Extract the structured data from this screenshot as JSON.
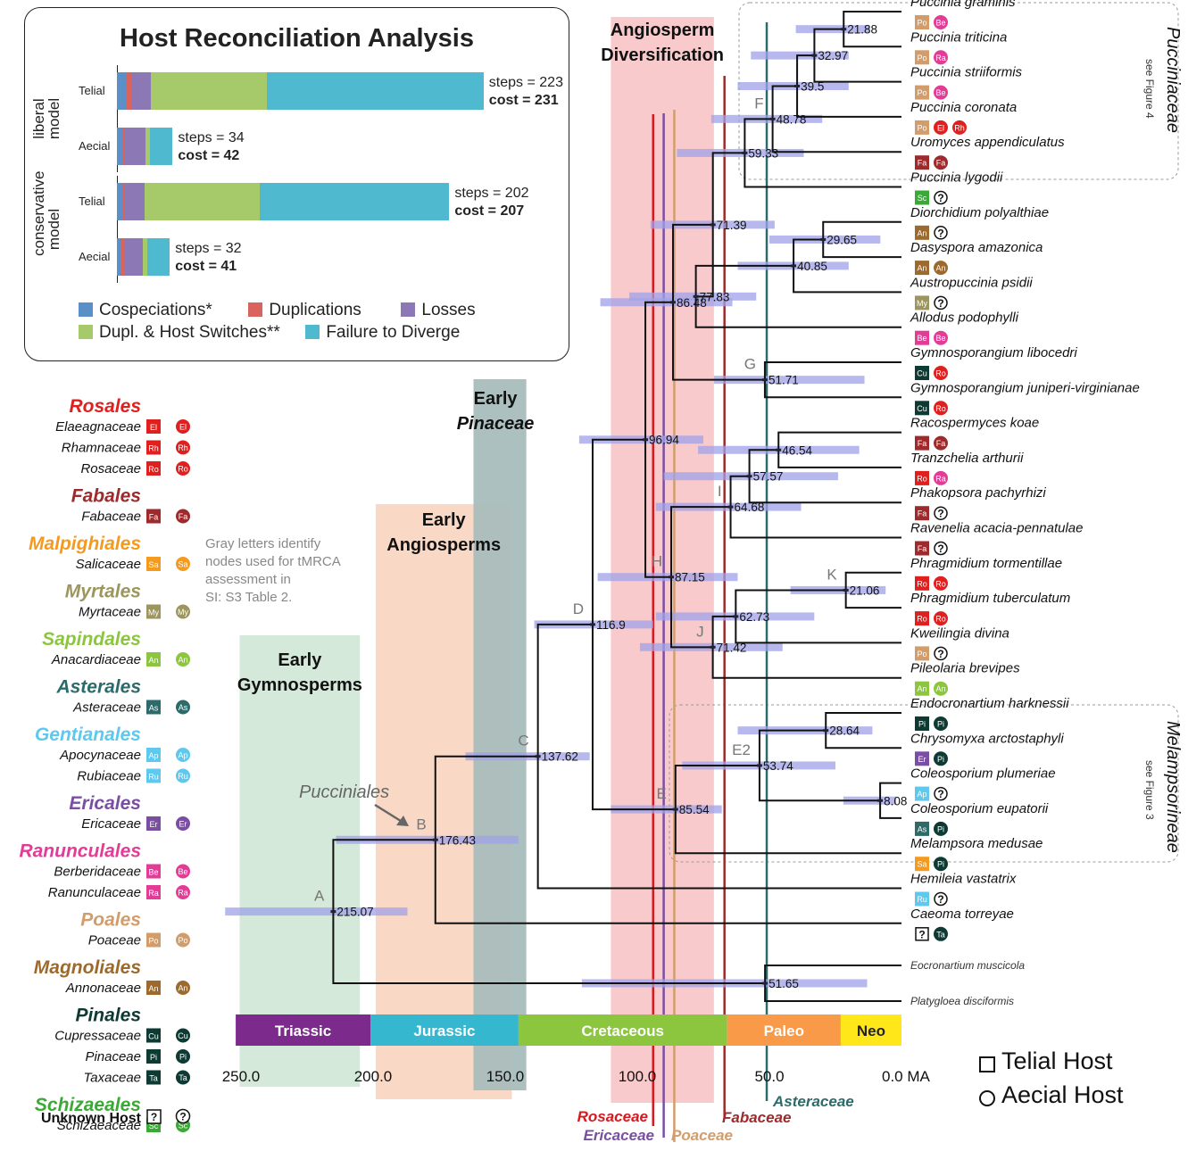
{
  "inset": {
    "title": "Host Reconciliation Analysis",
    "groups": [
      {
        "label": "liberal model",
        "rows": [
          {
            "label": "Telial",
            "segments": [
              10,
              5,
              22,
              125,
              233
            ],
            "steps": "steps = 223",
            "cost": "cost = 231"
          },
          {
            "label": "Aecial",
            "segments": [
              6,
              3,
              22,
              5,
              24
            ],
            "steps": "steps = 34",
            "cost": "cost = 42"
          }
        ]
      },
      {
        "label": "conservative model",
        "rows": [
          {
            "label": "Telial",
            "segments": [
              6,
              3,
              21,
              124,
              204
            ],
            "steps": "steps = 202",
            "cost": "cost = 207"
          },
          {
            "label": "Aecial",
            "segments": [
              5,
              3,
              20,
              5,
              24
            ],
            "steps": "steps = 32",
            "cost": "cost = 41"
          }
        ]
      }
    ],
    "legend": [
      {
        "label": "Cospeciations*",
        "color": "#5b8fc7"
      },
      {
        "label": "Duplications",
        "color": "#d9635d"
      },
      {
        "label": "Losses",
        "color": "#8c78b5"
      },
      {
        "label": "Dupl. & Host Switches**",
        "color": "#a6c96a"
      },
      {
        "label": "Failure to Diverge",
        "color": "#4fb9cf"
      }
    ]
  },
  "orders": [
    {
      "name": "Rosales",
      "color": "#e0201f",
      "families": [
        {
          "name": "Elaeagnaceae",
          "code": "El",
          "color": "#e0201f"
        },
        {
          "name": "Rhamnaceae",
          "code": "Rh",
          "color": "#e0201f"
        },
        {
          "name": "Rosaceae",
          "code": "Ro",
          "color": "#e0201f"
        }
      ]
    },
    {
      "name": "Fabales",
      "color": "#9e2a2b",
      "families": [
        {
          "name": "Fabaceae",
          "code": "Fa",
          "color": "#9e2a2b"
        }
      ]
    },
    {
      "name": "Malpighiales",
      "color": "#f39a1f",
      "families": [
        {
          "name": "Salicaceae",
          "code": "Sa",
          "color": "#f39a1f"
        }
      ]
    },
    {
      "name": "Myrtales",
      "color": "#9c965e",
      "families": [
        {
          "name": "Myrtaceae",
          "code": "My",
          "color": "#9c965e"
        }
      ]
    },
    {
      "name": "Sapindales",
      "color": "#8cc63f",
      "families": [
        {
          "name": "Anacardiaceae",
          "code": "An",
          "color": "#8cc63f"
        }
      ]
    },
    {
      "name": "Asterales",
      "color": "#2d6b6b",
      "families": [
        {
          "name": "Asteraceae",
          "code": "As",
          "color": "#2d6b6b"
        }
      ]
    },
    {
      "name": "Gentianales",
      "color": "#5ec8ef",
      "families": [
        {
          "name": "Apocynaceae",
          "code": "Ap",
          "color": "#5ec8ef"
        },
        {
          "name": "Rubiaceae",
          "code": "Ru",
          "color": "#5ec8ef"
        }
      ]
    },
    {
      "name": "Ericales",
      "color": "#7a4fa3",
      "families": [
        {
          "name": "Ericaceae",
          "code": "Er",
          "color": "#7a4fa3"
        }
      ]
    },
    {
      "name": "Ranunculales",
      "color": "#e33c97",
      "families": [
        {
          "name": "Berberidaceae",
          "code": "Be",
          "color": "#e33c97"
        },
        {
          "name": "Ranunculaceae",
          "code": "Ra",
          "color": "#e33c97"
        }
      ]
    },
    {
      "name": "Poales",
      "color": "#d39d6b",
      "families": [
        {
          "name": "Poaceae",
          "code": "Po",
          "color": "#d39d6b"
        }
      ]
    },
    {
      "name": "Magnoliales",
      "color": "#9c6a2c",
      "families": [
        {
          "name": "Annonaceae",
          "code": "An",
          "color": "#9c6a2c"
        }
      ]
    },
    {
      "name": "Pinales",
      "color": "#0e3a34",
      "families": [
        {
          "name": "Cupressaceae",
          "code": "Cu",
          "color": "#0e3a34"
        },
        {
          "name": "Pinaceae",
          "code": "Pi",
          "color": "#0e3a34"
        },
        {
          "name": "Taxaceae",
          "code": "Ta",
          "color": "#0e3a34"
        }
      ]
    },
    {
      "name": "Schizaeales",
      "color": "#3aa935",
      "families": [
        {
          "name": "Schizaeaceae",
          "code": "Sc",
          "color": "#3aa935"
        }
      ]
    }
  ],
  "unknown_host_label": "Unknown Host",
  "unknown_symbol": "?",
  "gray_note": [
    "Gray letters identify",
    "nodes used for tMRCA",
    "assessment in",
    "SI: S3 Table 2."
  ],
  "pucciniales_label": "Pucciniales",
  "bands": [
    {
      "label": [
        "Early",
        "Gymnosperms"
      ],
      "italic_line": -1,
      "color": "#cfe7d6",
      "from": 250.5,
      "to": 205
    },
    {
      "label": [
        "Early",
        "Angiosperms"
      ],
      "italic_line": -1,
      "color": "#f8d4bf",
      "from": 199,
      "to": 147.5
    },
    {
      "label": [
        "Early",
        "Pinaceae"
      ],
      "italic_line": 1,
      "color": "#a9bdbd",
      "from": 162,
      "to": 142
    },
    {
      "label": [
        "Angiosperm",
        "Diversification"
      ],
      "italic_line": -1,
      "color": "#f8c4c6",
      "from": 110,
      "to": 71
    }
  ],
  "timescale": {
    "periods": [
      {
        "name": "Triassic",
        "from": 252,
        "to": 201,
        "color": "#7d2a8d",
        "text": "#ffffff"
      },
      {
        "name": "Jurassic",
        "from": 201,
        "to": 145,
        "color": "#35b7cf",
        "text": "#ffffff"
      },
      {
        "name": "Cretaceous",
        "from": 145,
        "to": 66,
        "color": "#8cc63f",
        "text": "#ffffff"
      },
      {
        "name": "Paleo",
        "from": 66,
        "to": 23,
        "color": "#f89a47",
        "text": "#ffffff"
      },
      {
        "name": "Neo",
        "from": 23,
        "to": 0,
        "color": "#ffe71a",
        "text": "#222222"
      }
    ],
    "ticks": [
      "250.0",
      "200.0",
      "150.0",
      "100.0",
      "50.0",
      "0.0 MA"
    ],
    "tick_values": [
      250,
      200,
      150,
      100,
      50,
      0
    ]
  },
  "origin_lines": [
    {
      "name": "Rosaceae",
      "age": 94,
      "color": "#d71920"
    },
    {
      "name": "Ericaceae",
      "age": 90,
      "color": "#7a4fa3"
    },
    {
      "name": "Poaceae",
      "age": 86,
      "color": "#d39d6b"
    },
    {
      "name": "Fabaceae",
      "age": 67,
      "color": "#9e2a2b"
    },
    {
      "name": "Asteraceae",
      "age": 51,
      "color": "#2d6b6b"
    }
  ],
  "tree": {
    "tips": [
      {
        "name": "Puccinia graminis",
        "hosts": [
          [
            "Po",
            "#d39d6b"
          ],
          [
            "Be",
            "#e33c97"
          ]
        ]
      },
      {
        "name": "Puccinia triticina",
        "hosts": [
          [
            "Po",
            "#d39d6b"
          ],
          [
            "Ra",
            "#e33c97"
          ]
        ]
      },
      {
        "name": "Puccinia striiformis",
        "hosts": [
          [
            "Po",
            "#d39d6b"
          ],
          [
            "Be",
            "#e33c97"
          ]
        ]
      },
      {
        "name": "Puccinia coronata",
        "hosts": [
          [
            "Po",
            "#d39d6b"
          ],
          [
            "El",
            "#e0201f"
          ],
          [
            "Rh",
            "#e0201f"
          ]
        ]
      },
      {
        "name": "Uromyces appendiculatus",
        "hosts": [
          [
            "Fa",
            "#9e2a2b"
          ],
          [
            "Fa",
            "#9e2a2b"
          ]
        ]
      },
      {
        "name": "Puccinia lygodii",
        "hosts": [
          [
            "Sc",
            "#3aa935"
          ],
          [
            "?",
            ""
          ]
        ]
      },
      {
        "name": "Diorchidium polyalthiae",
        "hosts": [
          [
            "An",
            "#9c6a2c"
          ],
          [
            "?",
            ""
          ]
        ]
      },
      {
        "name": "Dasyspora amazonica",
        "hosts": [
          [
            "An",
            "#9c6a2c"
          ],
          [
            "An",
            "#9c6a2c"
          ]
        ]
      },
      {
        "name": "Austropuccinia psidii",
        "hosts": [
          [
            "My",
            "#9c965e"
          ],
          [
            "?",
            ""
          ]
        ]
      },
      {
        "name": "Allodus podophylli",
        "hosts": [
          [
            "Be",
            "#e33c97"
          ],
          [
            "Be",
            "#e33c97"
          ]
        ]
      },
      {
        "name": "Gymnosporangium libocedri",
        "hosts": [
          [
            "Cu",
            "#0e3a34"
          ],
          [
            "Ro",
            "#e0201f"
          ]
        ]
      },
      {
        "name": "Gymnosporangium juniperi-virginianae",
        "hosts": [
          [
            "Cu",
            "#0e3a34"
          ],
          [
            "Ro",
            "#e0201f"
          ]
        ]
      },
      {
        "name": "Racospermyces koae",
        "hosts": [
          [
            "Fa",
            "#9e2a2b"
          ],
          [
            "Fa",
            "#9e2a2b"
          ]
        ]
      },
      {
        "name": "Tranzchelia arthurii",
        "hosts": [
          [
            "Ro",
            "#e0201f"
          ],
          [
            "Ra",
            "#e33c97"
          ]
        ]
      },
      {
        "name": "Phakopsora pachyrhizi",
        "hosts": [
          [
            "Fa",
            "#9e2a2b"
          ],
          [
            "?",
            ""
          ]
        ]
      },
      {
        "name": "Ravenelia acacia-pennatulae",
        "hosts": [
          [
            "Fa",
            "#9e2a2b"
          ],
          [
            "?",
            ""
          ]
        ]
      },
      {
        "name": "Phragmidium tormentillae",
        "hosts": [
          [
            "Ro",
            "#e0201f"
          ],
          [
            "Ro",
            "#e0201f"
          ]
        ]
      },
      {
        "name": "Phragmidium tuberculatum",
        "hosts": [
          [
            "Ro",
            "#e0201f"
          ],
          [
            "Ro",
            "#e0201f"
          ]
        ]
      },
      {
        "name": "Kweilingia divina",
        "hosts": [
          [
            "Po",
            "#d39d6b"
          ],
          [
            "?",
            ""
          ]
        ]
      },
      {
        "name": "Pileolaria brevipes",
        "hosts": [
          [
            "An",
            "#8cc63f"
          ],
          [
            "An",
            "#8cc63f"
          ]
        ]
      },
      {
        "name": "Endocronartium  harknessii",
        "hosts": [
          [
            "Pi",
            "#0e3a34"
          ],
          [
            "Pi",
            "#0e3a34"
          ]
        ]
      },
      {
        "name": "Chrysomyxa arctostaphyli",
        "hosts": [
          [
            "Er",
            "#7a4fa3"
          ],
          [
            "Pi",
            "#0e3a34"
          ]
        ]
      },
      {
        "name": "Coleosporium plumeriae",
        "hosts": [
          [
            "Ap",
            "#5ec8ef"
          ],
          [
            "?",
            ""
          ]
        ]
      },
      {
        "name": "Coleosporium eupatorii",
        "hosts": [
          [
            "As",
            "#2d6b6b"
          ],
          [
            "Pi",
            "#0e3a34"
          ]
        ]
      },
      {
        "name": "Melampsora medusae",
        "hosts": [
          [
            "Sa",
            "#f39a1f"
          ],
          [
            "Pi",
            "#0e3a34"
          ]
        ]
      },
      {
        "name": "Hemileia vastatrix",
        "hosts": [
          [
            "Ru",
            "#5ec8ef"
          ],
          [
            "?",
            ""
          ]
        ]
      },
      {
        "name": "Caeoma torreyae",
        "hosts": [
          [
            "?",
            ""
          ],
          [
            "Ta",
            "#0e3a34"
          ]
        ]
      },
      {
        "name": "Eocronartium muscicola",
        "hosts": []
      },
      {
        "name": "Platygloea disciformis",
        "hosts": []
      }
    ],
    "nodes": [
      {
        "label": "21.88",
        "age": 21.88,
        "kids": [
          0,
          1
        ],
        "ci": [
          40,
          12
        ]
      },
      {
        "label": "32.97",
        "age": 32.97,
        "kids": [
          "n0",
          2
        ],
        "ci": [
          57,
          20
        ]
      },
      {
        "label": "39.5",
        "age": 39.5,
        "kids": [
          "n1",
          3
        ],
        "ci": [
          62,
          20
        ]
      },
      {
        "label": "48.78",
        "age": 48.78,
        "kids": [
          "n2",
          4
        ],
        "ci": [
          72,
          30
        ],
        "letter": "F"
      },
      {
        "label": "59.33",
        "age": 59.33,
        "kids": [
          "n3",
          5
        ],
        "ci": [
          85,
          37
        ]
      },
      {
        "label": "29.65",
        "age": 29.65,
        "kids": [
          6,
          7
        ],
        "ci": [
          50,
          8
        ]
      },
      {
        "label": "40.85",
        "age": 40.85,
        "kids": [
          "n5",
          8
        ],
        "ci": [
          62,
          20
        ]
      },
      {
        "label": "77.83",
        "age": 77.83,
        "kids": [
          "n6",
          9
        ],
        "ci": [
          103,
          55
        ]
      },
      {
        "label": "71.39",
        "age": 71.39,
        "kids": [
          "n4",
          "n7"
        ],
        "ci": [
          95,
          48
        ]
      },
      {
        "label": "51.71",
        "age": 51.71,
        "kids": [
          10,
          11
        ],
        "ci": [
          71,
          14
        ],
        "letter": "G"
      },
      {
        "label": "86.48",
        "age": 86.48,
        "kids": [
          "n8",
          "n9"
        ],
        "ci": [
          114,
          64
        ]
      },
      {
        "label": "46.54",
        "age": 46.54,
        "kids": [
          12,
          13
        ],
        "ci": [
          77,
          16
        ]
      },
      {
        "label": "57.57",
        "age": 57.57,
        "kids": [
          "n11",
          14
        ],
        "ci": [
          90,
          24
        ]
      },
      {
        "label": "64.68",
        "age": 64.68,
        "kids": [
          "n12",
          15
        ],
        "ci": [
          93,
          38
        ],
        "letter": "I"
      },
      {
        "label": "21.06",
        "age": 21.06,
        "kids": [
          16,
          17
        ],
        "ci": [
          42,
          6
        ],
        "letter": "K"
      },
      {
        "label": "62.73",
        "age": 62.73,
        "kids": [
          "n14",
          18
        ],
        "ci": [
          93,
          33
        ]
      },
      {
        "label": "71.42",
        "age": 71.42,
        "kids": [
          "n15",
          19
        ],
        "ci": [
          99,
          45
        ],
        "letter": "J"
      },
      {
        "label": "87.15",
        "age": 87.15,
        "kids": [
          "n13",
          "n16"
        ],
        "ci": [
          115,
          62
        ],
        "letter": "H"
      },
      {
        "label": "96.94",
        "age": 96.94,
        "kids": [
          "n10",
          "n17"
        ],
        "ci": [
          122,
          75
        ]
      },
      {
        "label": "28.64",
        "age": 28.64,
        "kids": [
          20,
          21
        ],
        "ci": [
          62,
          11
        ]
      },
      {
        "label": "8.08",
        "age": 8.08,
        "kids": [
          22,
          23
        ],
        "ci": [
          22,
          2
        ]
      },
      {
        "label": "53.74",
        "age": 53.74,
        "kids": [
          "n19",
          "n20"
        ],
        "ci": [
          83,
          25
        ],
        "letter": "E2"
      },
      {
        "label": "85.54",
        "age": 85.54,
        "kids": [
          "n21",
          24
        ],
        "ci": [
          110,
          68
        ],
        "letter": "E"
      },
      {
        "label": "116.9",
        "age": 116.9,
        "kids": [
          "n18",
          "n22"
        ],
        "ci": [
          139,
          94
        ],
        "letter": "D"
      },
      {
        "label": "137.62",
        "age": 137.62,
        "kids": [
          "n23",
          25
        ],
        "ci": [
          165,
          118
        ],
        "letter": "C"
      },
      {
        "label": "176.43",
        "age": 176.43,
        "kids": [
          "n24",
          26
        ],
        "ci": [
          214,
          145
        ],
        "letter": "B"
      },
      {
        "label": "51.65",
        "age": 51.65,
        "kids": [
          27,
          28
        ],
        "ci": [
          121,
          13
        ]
      },
      {
        "label": "215.07",
        "age": 215.07,
        "kids": [
          "n25",
          "n26"
        ],
        "ci": [
          256,
          187
        ],
        "letter": "A"
      }
    ]
  },
  "clade_boxes": [
    {
      "name": "Pucciniaceae",
      "note": "see Figure 4"
    },
    {
      "name": "Melampsorineae",
      "note": "see Figure 3"
    }
  ],
  "key": {
    "telial": "Telial Host",
    "aecial": "Aecial Host"
  }
}
